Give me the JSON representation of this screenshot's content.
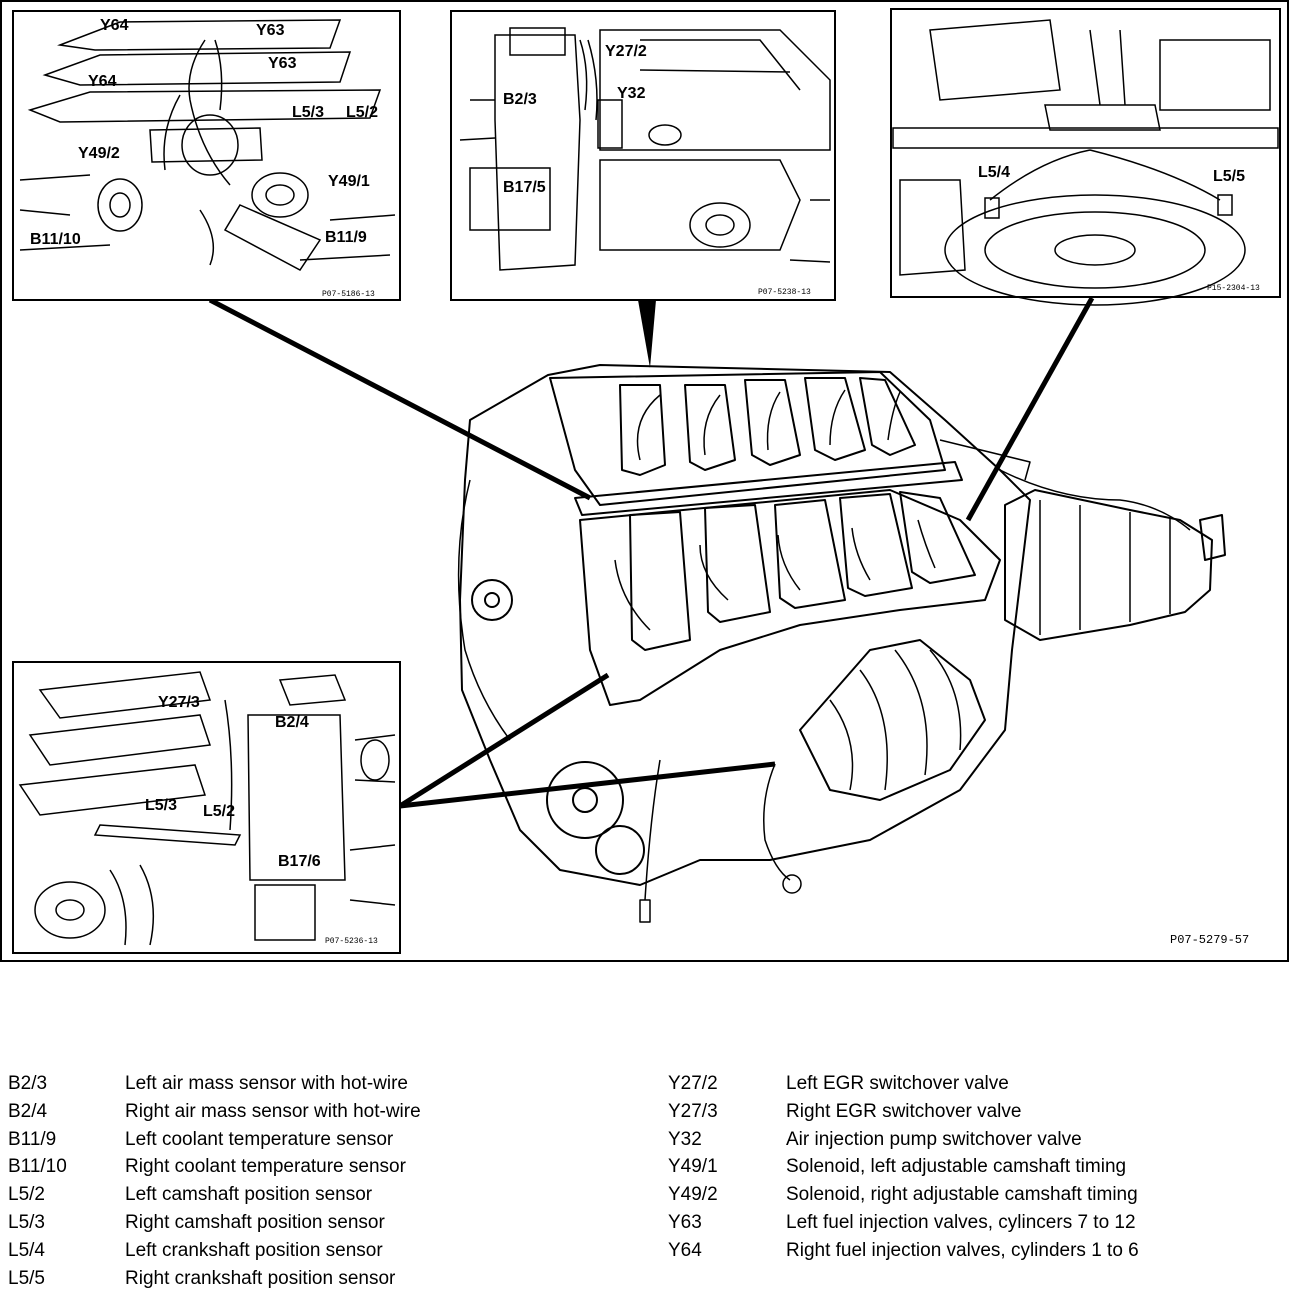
{
  "figure": {
    "drawing_ref": "P07-5279-57",
    "insets": [
      {
        "ref": "P07-5186-13",
        "labels": [
          "Y64",
          "Y63",
          "Y63",
          "Y64",
          "L5/3",
          "L5/2",
          "Y49/2",
          "Y49/1",
          "B11/10",
          "B11/9"
        ]
      },
      {
        "ref": "P07-5238-13",
        "labels": [
          "Y27/2",
          "B2/3",
          "Y32",
          "B17/5"
        ]
      },
      {
        "ref": "P15-2304-13",
        "labels": [
          "L5/4",
          "L5/5"
        ]
      },
      {
        "ref": "P07-5236-13",
        "labels": [
          "Y27/3",
          "B2/4",
          "L5/3",
          "L5/2",
          "B17/6"
        ]
      }
    ]
  },
  "legend": {
    "left": [
      {
        "code": "B2/3",
        "text": "Left air mass sensor with hot-wire"
      },
      {
        "code": "B2/4",
        "text": "Right air mass sensor with hot-wire"
      },
      {
        "code": "B11/9",
        "text": "Left coolant temperature sensor"
      },
      {
        "code": "B11/10",
        "text": "Right coolant temperature sensor"
      },
      {
        "code": "L5/2",
        "text": "Left camshaft position sensor"
      },
      {
        "code": "L5/3",
        "text": "Right camshaft position sensor"
      },
      {
        "code": "L5/4",
        "text": "Left crankshaft position sensor"
      },
      {
        "code": "L5/5",
        "text": "Right crankshaft position sensor"
      }
    ],
    "right": [
      {
        "code": "Y27/2",
        "text": "Left EGR switchover valve"
      },
      {
        "code": "Y27/3",
        "text": "Right EGR switchover valve"
      },
      {
        "code": "Y32",
        "text": "Air injection pump switchover valve"
      },
      {
        "code": "Y49/1",
        "text": "Solenoid, left adjustable camshaft timing"
      },
      {
        "code": "Y49/2",
        "text": "Solenoid, right adjustable camshaft timing"
      },
      {
        "code": "Y63",
        "text": "Left fuel injection valves, cylincers 7 to 12"
      },
      {
        "code": "Y64",
        "text": "Right fuel injection valves, cylinders 1 to 6"
      }
    ]
  }
}
